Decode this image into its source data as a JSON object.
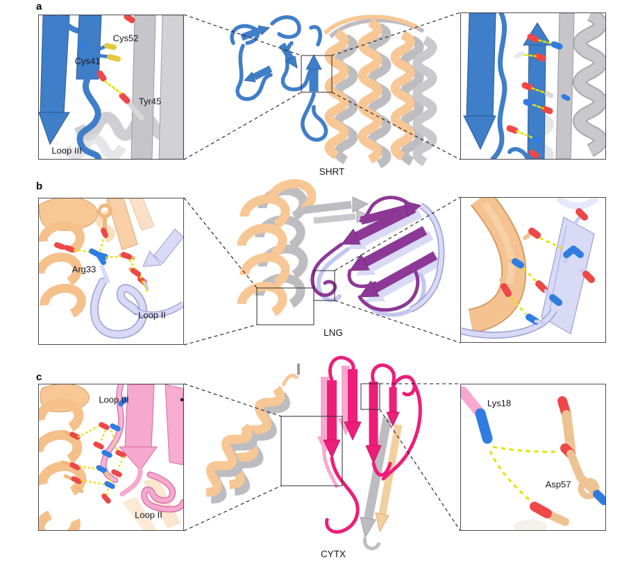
{
  "figure_type": "protein-structure-comparison",
  "colors": {
    "blue": "#3f7ec9",
    "blue_dark": "#2a5a96",
    "orange": "#f7c795",
    "orange_dark": "#d89a5e",
    "gray": "#bdbdc1",
    "gray_dark": "#96969a",
    "lavender": "#d8daf6",
    "lavender_dark": "#9a9ed0",
    "purple": "#8d3896",
    "purple_dark": "#6b2372",
    "pink": "#f7a8cf",
    "pink_dark": "#d4679f",
    "magenta": "#ec1e79",
    "magenta_dark": "#b80f58",
    "oxygen_red": "#ee4747",
    "nitrogen_blue": "#2f7de1",
    "sulfur_yellow": "#e3c93c",
    "hbond_yellow": "#e6e200",
    "label_text": "#16161e"
  },
  "panels": [
    {
      "letter": "a",
      "center_label": "SHRT",
      "left_inset": {
        "cys52": "Cys52",
        "cys41": "Cys41",
        "tyr45": "Tyr45",
        "loop3": "Loop III"
      },
      "right_inset": {}
    },
    {
      "letter": "b",
      "center_label": "LNG",
      "left_inset": {
        "arg33": "Arg33",
        "loop2": "Loop II"
      },
      "right_inset": {}
    },
    {
      "letter": "c",
      "center_label": "CYTX",
      "left_inset": {
        "loop3": "Loop III",
        "loop2": "Loop II"
      },
      "right_inset": {
        "lys18": "Lys18",
        "asp57": "Asp57"
      }
    }
  ]
}
